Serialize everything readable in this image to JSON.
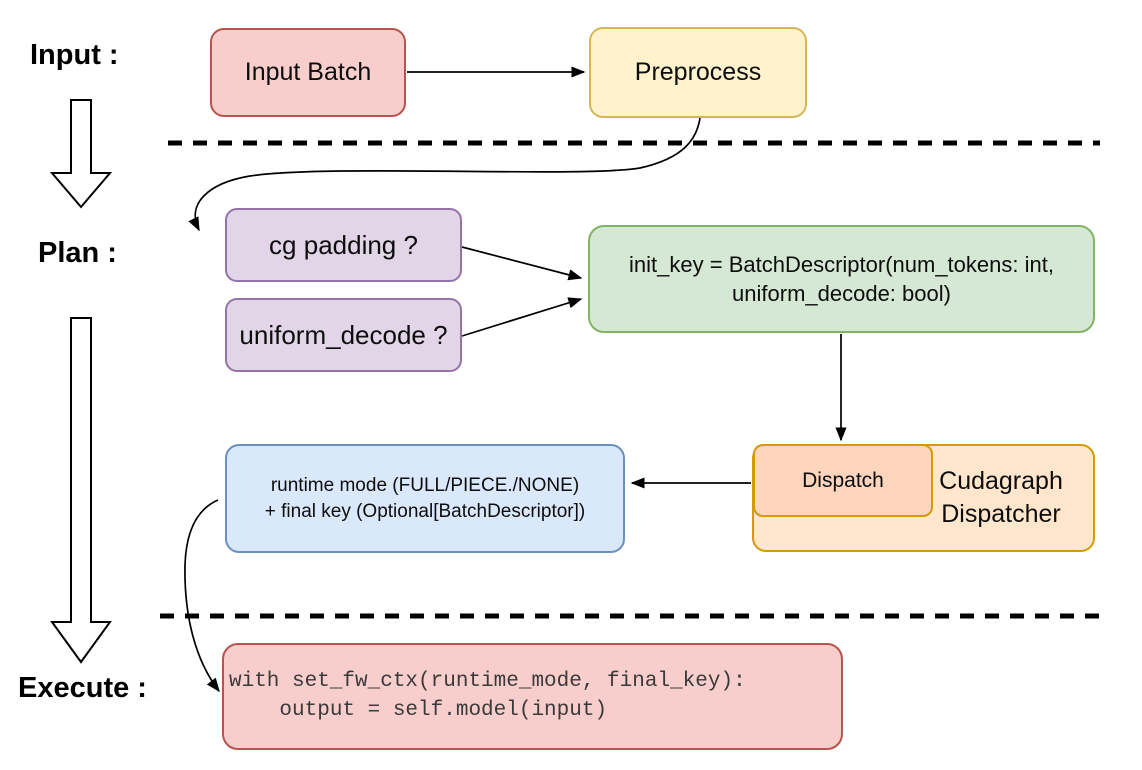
{
  "canvas": {
    "background": "#ffffff"
  },
  "stage_labels": {
    "input": "Input :",
    "plan": "Plan :",
    "execute": "Execute :"
  },
  "nodes": {
    "input_batch": {
      "label": "Input Batch",
      "fill": "#f8cecc",
      "stroke": "#b85450"
    },
    "preprocess": {
      "label": "Preprocess",
      "fill": "#fff2cc",
      "stroke": "#d6b656"
    },
    "cg_padding": {
      "label": "cg padding ?",
      "fill": "#e1d5e7",
      "stroke": "#9673a6"
    },
    "uniform_decode": {
      "label": "uniform_decode ?",
      "fill": "#e1d5e7",
      "stroke": "#9673a6"
    },
    "init_key": {
      "line1": "init_key = BatchDescriptor(num_tokens: int,",
      "line2": "uniform_decode: bool)",
      "fill": "#d5e8d4",
      "stroke": "#82b366"
    },
    "dispatch": {
      "label": "Dispatch",
      "fill": "#fdd4bc",
      "stroke": "#d79b00"
    },
    "cudagraph_dispatcher": {
      "line1": "Cudagraph",
      "line2": "Dispatcher",
      "fill": "#ffe6cc",
      "stroke": "#d79b00"
    },
    "runtime_mode": {
      "line1": "runtime mode (FULL/PIECE./NONE)",
      "line2": "+ final key (Optional[BatchDescriptor])",
      "fill": "#dae8fc",
      "stroke": "#6c8ebf"
    },
    "execute_code": {
      "line1": "with set_fw_ctx(runtime_mode, final_key):",
      "line2": "    output = self.model(input)",
      "fill": "#f8cecc",
      "stroke": "#b85450",
      "text_color": "#3a3a3a"
    }
  }
}
